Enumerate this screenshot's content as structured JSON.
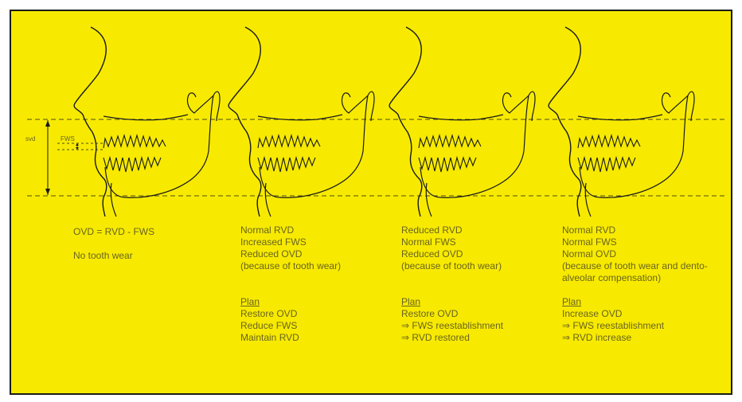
{
  "measurement_labels": {
    "vertical_dimension": "svd",
    "freeway_space": "FWS"
  },
  "colors": {
    "background": "#f7ea00",
    "line": "#1a1a1a",
    "text": "#6a6420"
  },
  "panels": [
    {
      "lines": [
        "OVD = RVD - FWS",
        "",
        "No tooth wear"
      ],
      "plan_heading": "",
      "plan_lines": []
    },
    {
      "lines": [
        "Normal RVD",
        "Increased FWS",
        "Reduced OVD",
        "(because of tooth wear)"
      ],
      "plan_heading": "Plan",
      "plan_lines": [
        "Restore OVD",
        "Reduce FWS",
        "Maintain RVD"
      ]
    },
    {
      "lines": [
        "Reduced RVD",
        "Normal FWS",
        "Reduced OVD",
        "(because of tooth wear)"
      ],
      "plan_heading": "Plan",
      "plan_lines": [
        "Restore OVD",
        "⇒ FWS reestablishment",
        "⇒ RVD restored"
      ]
    },
    {
      "lines": [
        "Normal RVD",
        "Normal FWS",
        "Normal OVD",
        "(because of tooth wear and dento-",
        "alveolar compensation)"
      ],
      "plan_heading": "Plan",
      "plan_lines": [
        "Increase OVD",
        "⇒ FWS reestablishment",
        "⇒ RVD increase"
      ]
    }
  ]
}
